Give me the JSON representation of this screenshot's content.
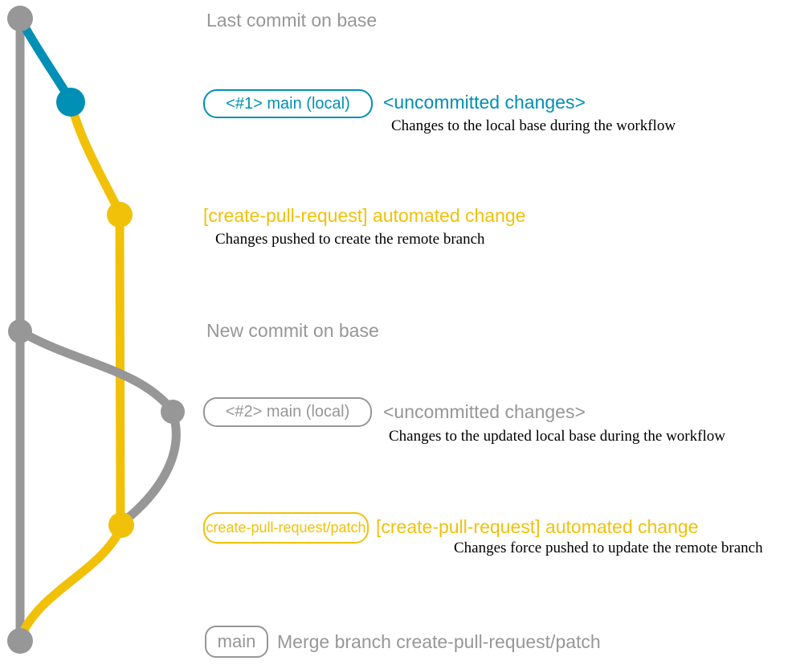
{
  "colors": {
    "gray": "#979797",
    "blue": "#008fb5",
    "yellow": "#f1c109",
    "black": "#000000"
  },
  "commits": {
    "last_base": {
      "label": "Last commit on base"
    },
    "local1": {
      "box": "<#1> main (local)",
      "title": "<uncommitted changes>",
      "desc": "Changes to the local base during the workflow"
    },
    "remote1": {
      "title": "[create-pull-request] automated change",
      "desc": "Changes pushed to create the remote branch"
    },
    "new_base": {
      "label": "New commit on base"
    },
    "local2": {
      "box": "<#2> main (local)",
      "title": "<uncommitted changes>",
      "desc": "Changes to the updated local base during the workflow"
    },
    "remote2": {
      "box": "create-pull-request/patch",
      "title": "[create-pull-request] automated change",
      "desc": "Changes force pushed to update the remote branch"
    },
    "merge": {
      "box": "main",
      "label": "Merge branch create-pull-request/patch"
    }
  }
}
